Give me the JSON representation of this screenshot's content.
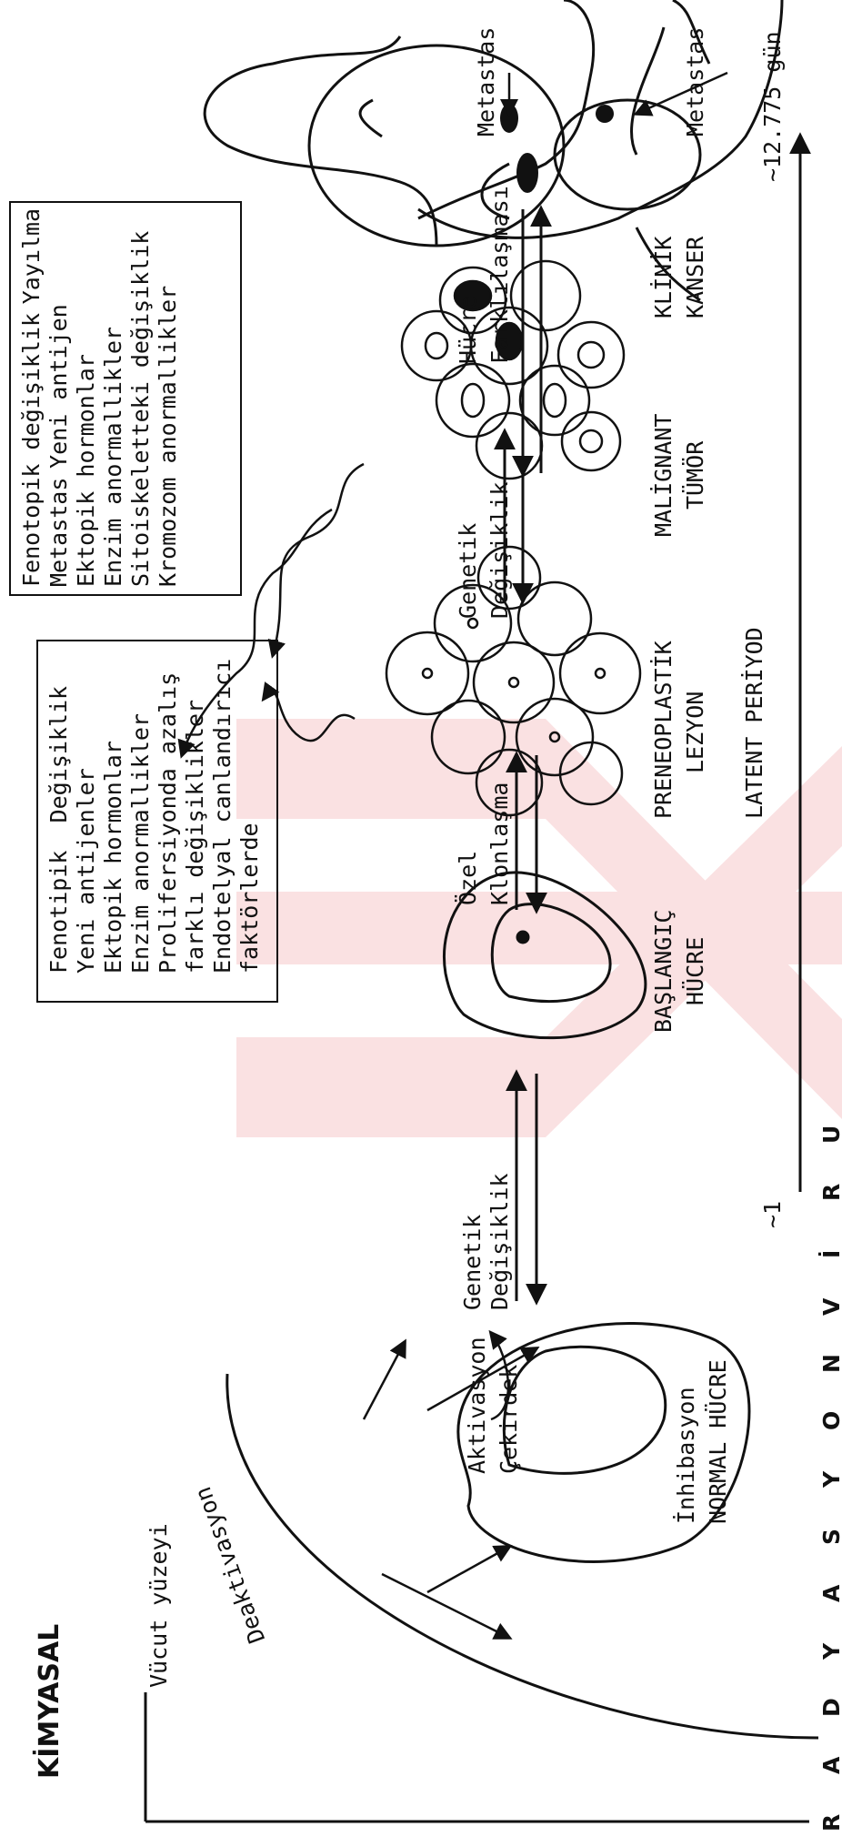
{
  "left_label": "KİMYASAL",
  "bottom_label_letters": [
    "R",
    "A",
    "D",
    "Y",
    "A",
    "S",
    "Y",
    "O",
    "N",
    "V",
    "İ",
    "R",
    "U"
  ],
  "body_surface": "Vücut yüzeyi",
  "deactivation": "Deaktivasyon",
  "activation": "Aktivasyon",
  "nucleus": "Çekirdek",
  "inhibition": "İnhibasyon",
  "normal_cell": "NORMAL HÜCRE",
  "step1": [
    "Genetik",
    "Değişiklik"
  ],
  "initial_cell": [
    "BAŞLANGIÇ",
    "HÜCRE"
  ],
  "step2": [
    "Özel",
    "Klonlaşma"
  ],
  "preneoplastic": [
    "PRENEOPLASTİK",
    "LEZYON"
  ],
  "latent_period": "LATENT PERİYOD",
  "step3": [
    "Genetik",
    "Değişiklik"
  ],
  "malignant": [
    "MALİGNANT",
    "TÜMÖR"
  ],
  "step4": [
    "Hücre",
    "Farklılaşması"
  ],
  "clinical": [
    "KLİNİK",
    "KANSER"
  ],
  "metastasis_1": "Metastas",
  "metastasis_2": "Metastas",
  "timeline_start": "~1",
  "timeline_end": "~12.775 gün",
  "box1_items": [
    "Fenotipik  Değişiklik",
    "Yeni antijenler",
    "Ektopik hormonlar",
    "Enzim anormallikler",
    "Prolifersiyonda azalış",
    "farklı değişiklikler",
    "Endotelyal canlandırıcı",
    "faktörlerde"
  ],
  "box2_items": [
    "Fenotopik değişiklik",
    "Yayılma",
    "Metastas",
    "Yeni antijen",
    "Ektopik hormonlar",
    "Enzim anormallikler",
    "Sitoiskeletteki değişiklik",
    "Kromozom anormallikler"
  ]
}
